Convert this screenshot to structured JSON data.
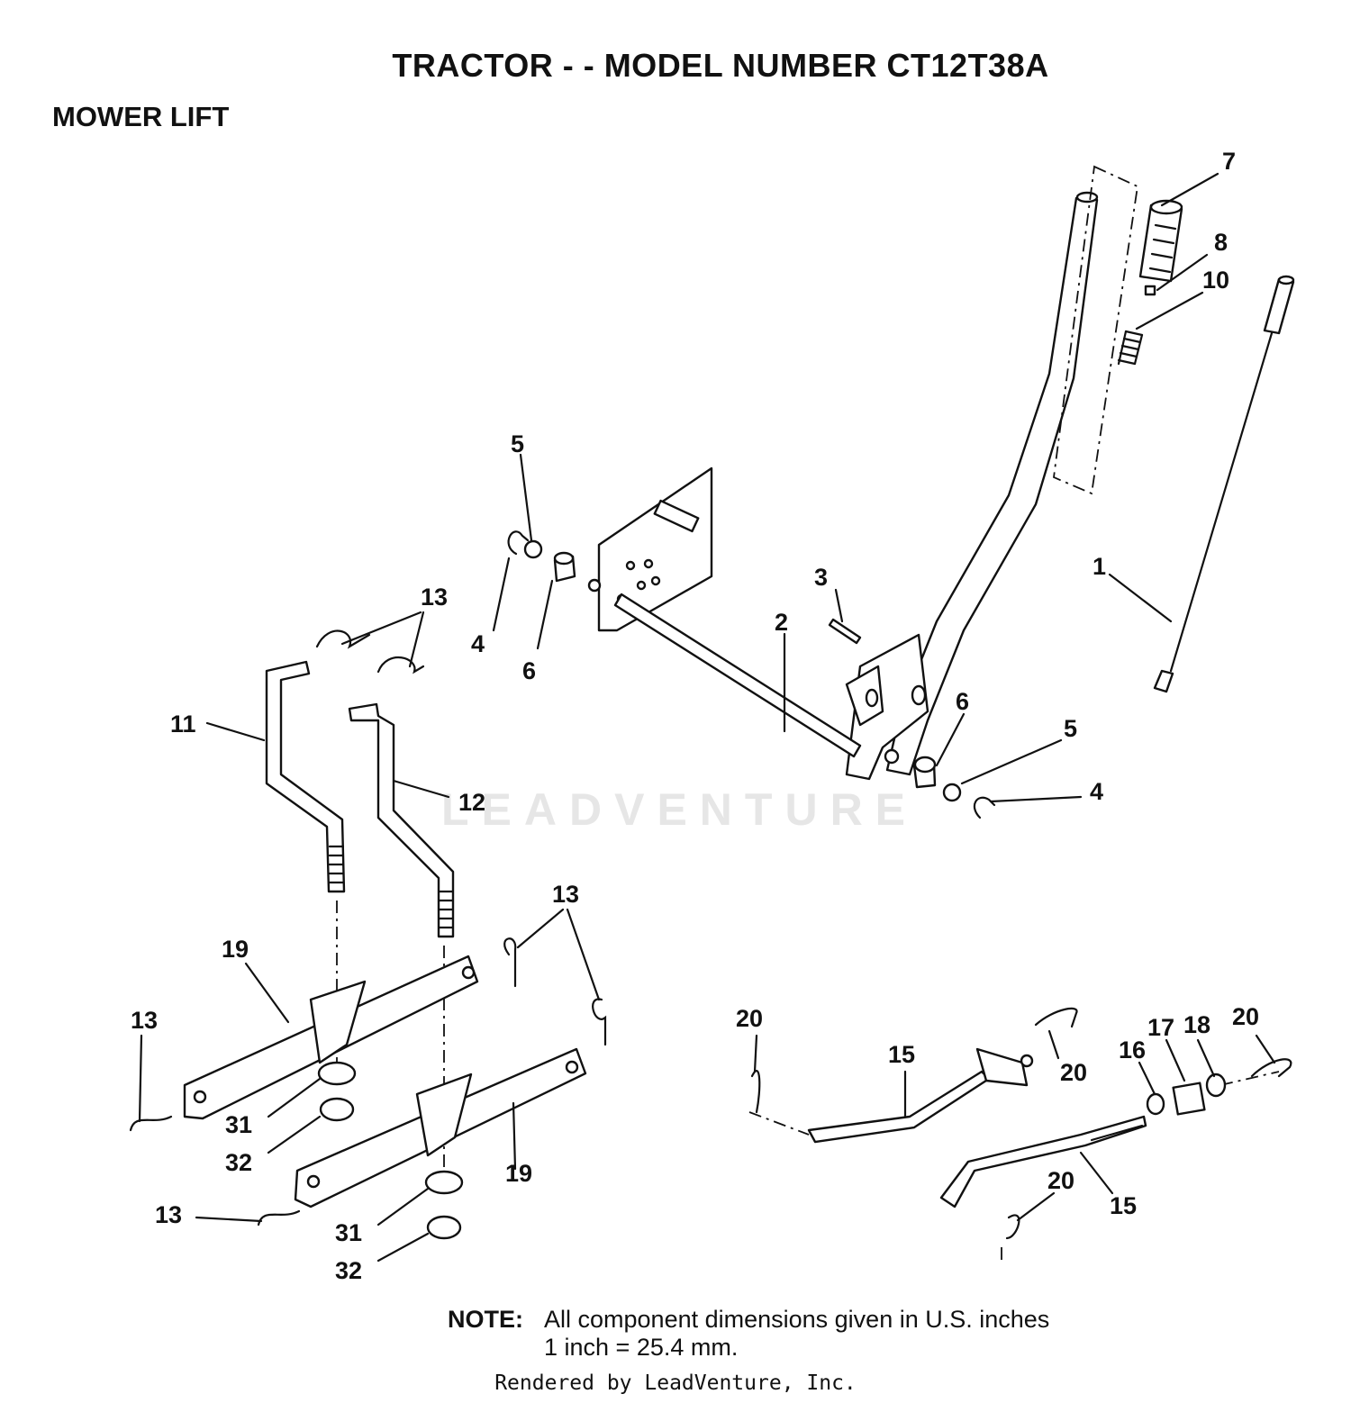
{
  "header": {
    "title": "TRACTOR - - MODEL NUMBER CT12T38A",
    "section": "MOWER LIFT"
  },
  "callouts": [
    "1",
    "2",
    "3",
    "4",
    "5",
    "6",
    "7",
    "8",
    "10",
    "11",
    "12",
    "13",
    "15",
    "16",
    "17",
    "18",
    "19",
    "20",
    "31",
    "32"
  ],
  "note": {
    "label": "NOTE:",
    "line1": "All component dimensions given in U.S. inches",
    "line2": "1 inch = 25.4 mm."
  },
  "watermark": "LEADVENTURE",
  "footer": "Rendered by LeadVenture, Inc."
}
